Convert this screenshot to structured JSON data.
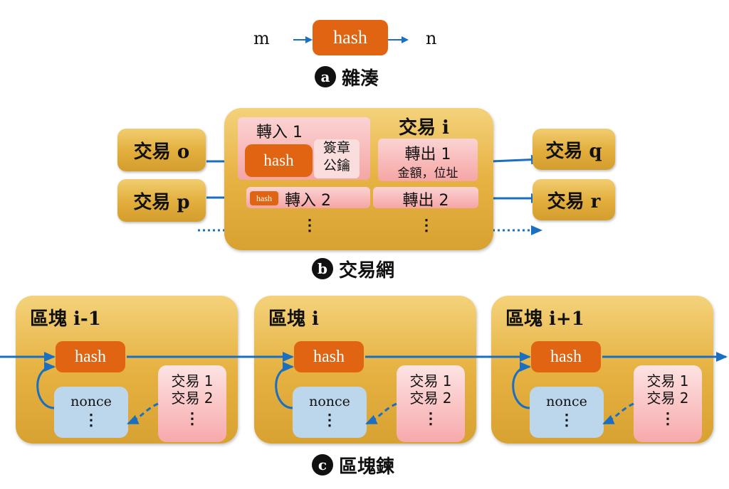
{
  "panel_a": {
    "input": "m",
    "hash": "hash",
    "output": "n",
    "badge": "a",
    "caption": "雜湊"
  },
  "panel_b": {
    "left_tx": [
      "交易 o",
      "交易 p"
    ],
    "right_tx": [
      "交易 q",
      "交易 r"
    ],
    "center_title": "交易 i",
    "input1_label": "轉入 1",
    "hash": "hash",
    "signature": "簽章",
    "public_key": "公鑰",
    "small_hash": "hash",
    "input2_label": "轉入 2",
    "output1_label": "轉出 1",
    "output1_detail": "金額，位址",
    "output2_label": "轉出 2",
    "ellipsis": "⋮",
    "badge": "b",
    "caption": "交易網"
  },
  "panel_c": {
    "blocks": [
      {
        "title": "區塊 i-1",
        "hash": "hash",
        "nonce": "nonce",
        "tx1": "交易 1",
        "tx2": "交易 2"
      },
      {
        "title": "區塊 i",
        "hash": "hash",
        "nonce": "nonce",
        "tx1": "交易 1",
        "tx2": "交易 2"
      },
      {
        "title": "區塊 i+1",
        "hash": "hash",
        "nonce": "nonce",
        "tx1": "交易 1",
        "tx2": "交易 2"
      }
    ],
    "ellipsis": "⋮",
    "badge": "c",
    "caption": "區塊鍊"
  }
}
